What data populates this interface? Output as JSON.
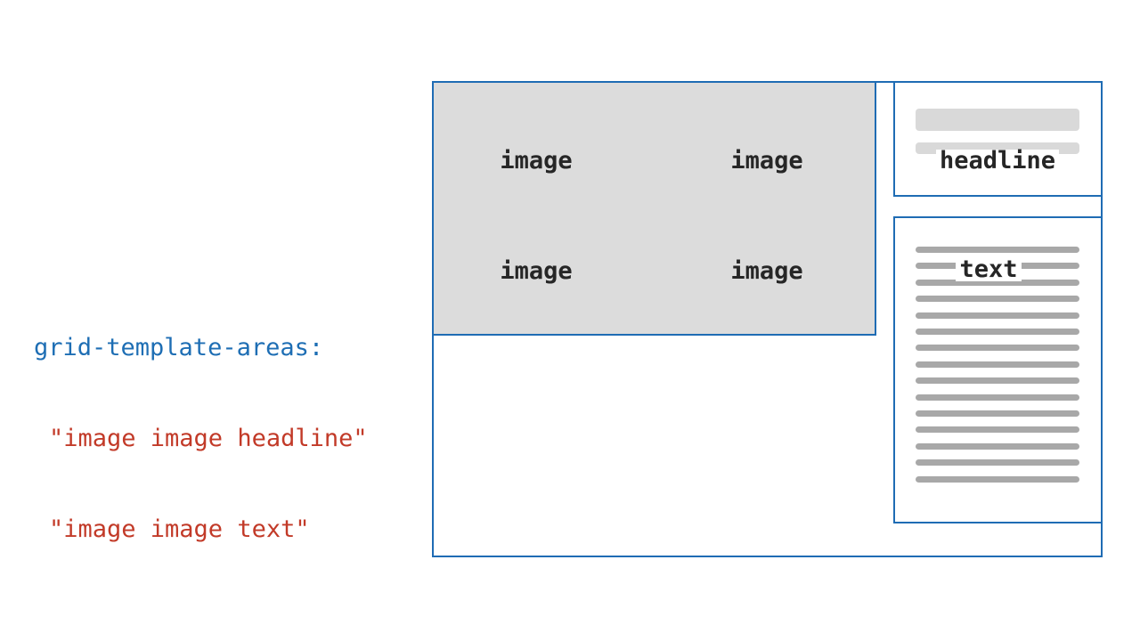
{
  "code": {
    "property": "grid-template-areas:",
    "values": [
      "\"image image headline\"",
      "\"image image text\""
    ]
  },
  "figure": {
    "areas": {
      "image": {
        "label": "image",
        "label_count": 4
      },
      "headline": {
        "label": "headline",
        "placeholder_bars": 2
      },
      "text": {
        "label": "text",
        "placeholder_bars": 15
      }
    }
  },
  "colors": {
    "border_blue": "#1f6cb4",
    "gridline_dashed_blue": "#79a7d6",
    "image_area_fill": "#dcdcdc",
    "headline_bar_gray": "#d9d9d9",
    "text_bar_gray": "#a8a8a8",
    "code_property_blue": "#1e6eb4",
    "code_string_red": "#c23a28",
    "label_text": "#262626"
  }
}
